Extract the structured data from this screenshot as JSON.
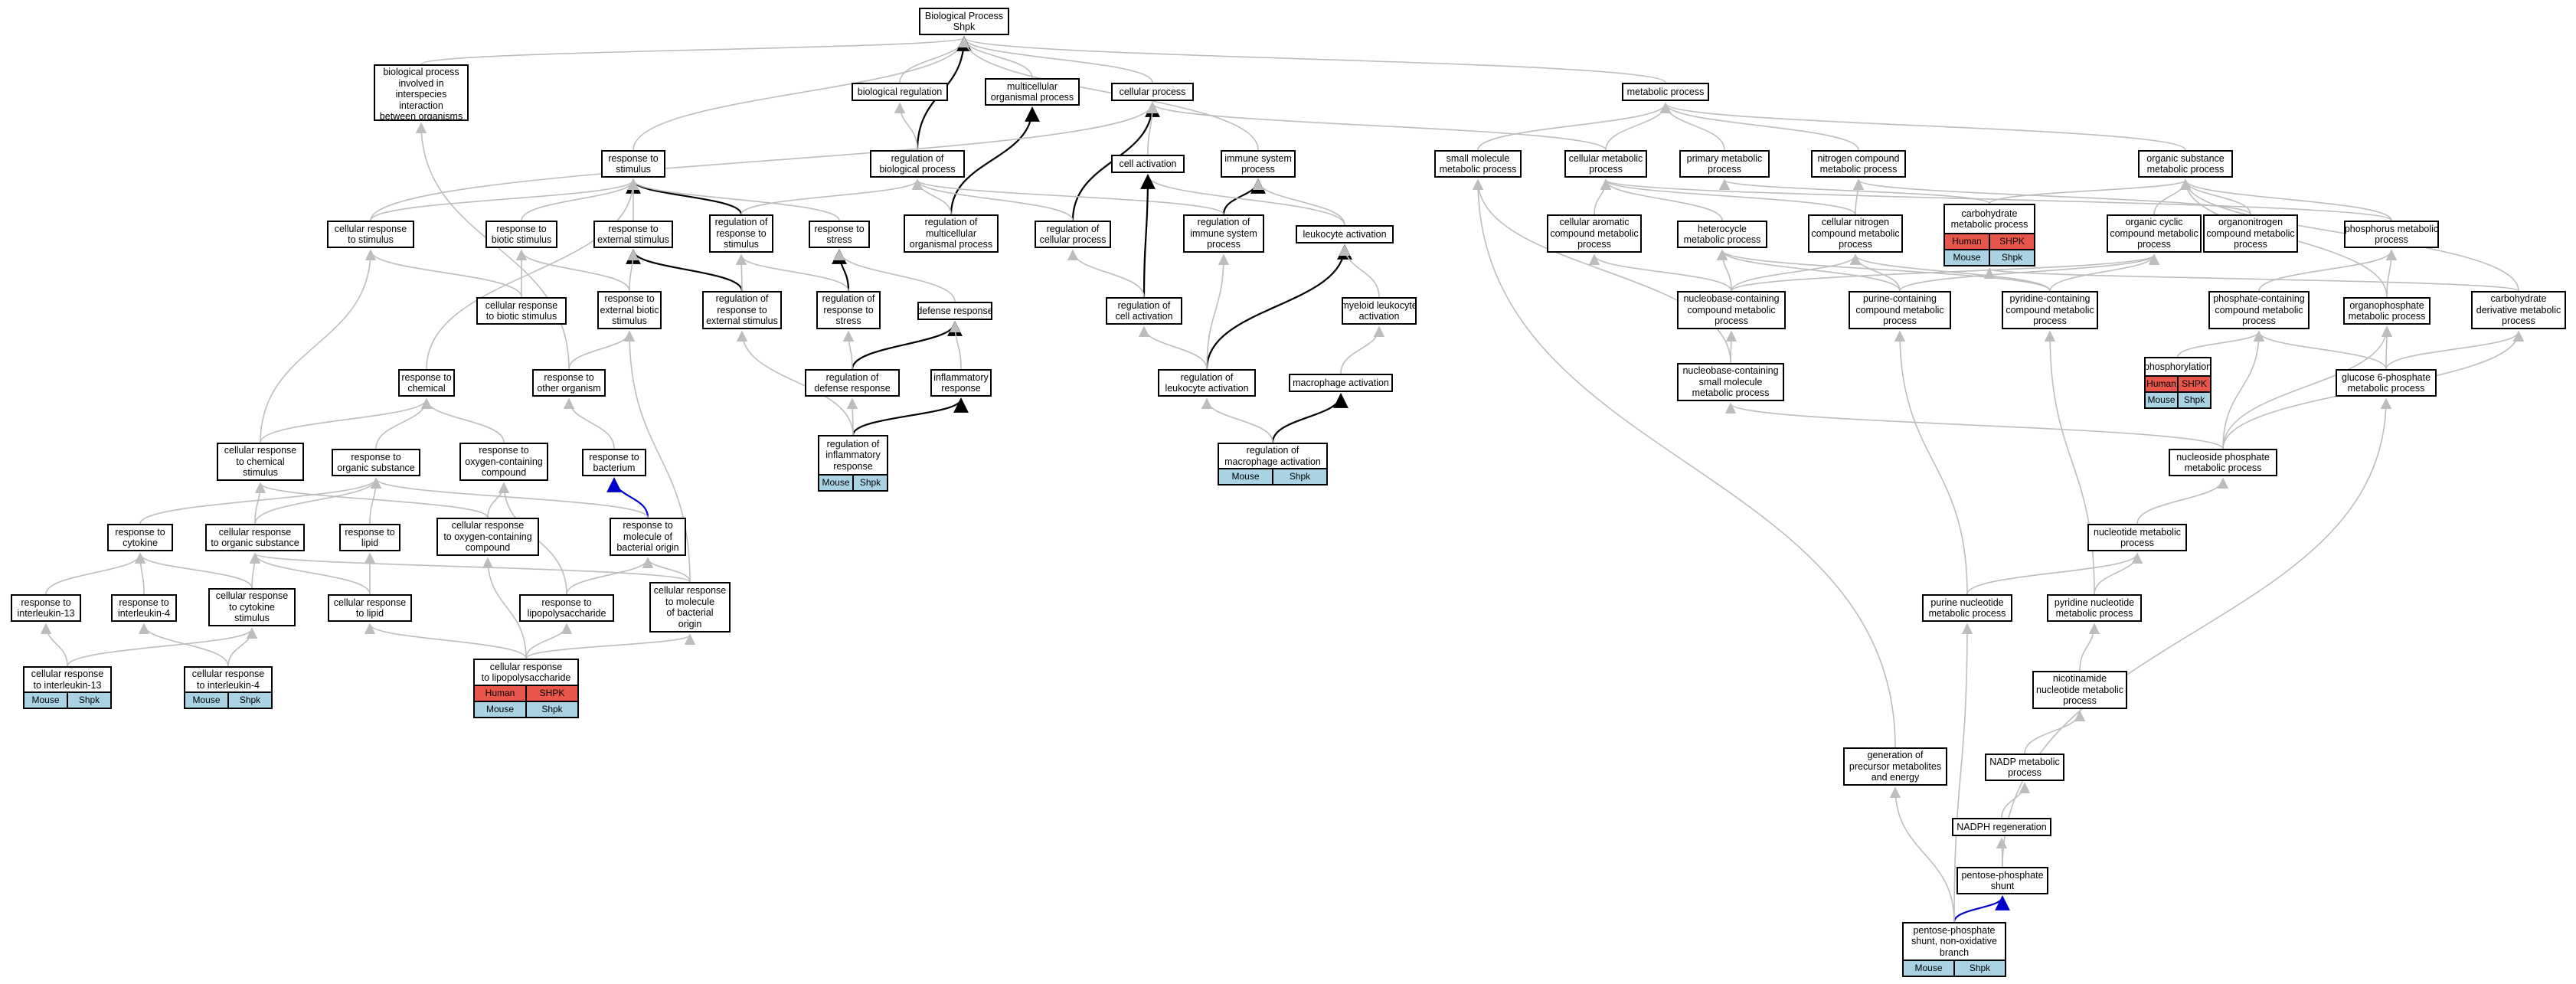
{
  "colors": {
    "edge": "#bdbdbd",
    "edge_black": "#000000",
    "edge_blue": "#0000cc",
    "human": "#e8554b",
    "mouse": "#a9d3e3"
  },
  "nodes": [
    {
      "id": "bp",
      "label": "Biological Process\nShpk"
    },
    {
      "id": "bpi",
      "label": "biological process\ninvolved in\ninterspecies\ninteraction\nbetween organisms"
    },
    {
      "id": "breg",
      "label": "biological regulation"
    },
    {
      "id": "mop",
      "label": "multicellular\norganismal process"
    },
    {
      "id": "cp",
      "label": "cellular process"
    },
    {
      "id": "mp",
      "label": "metabolic process"
    },
    {
      "id": "rts",
      "label": "response to\nstimulus"
    },
    {
      "id": "rbp",
      "label": "regulation of\nbiological process"
    },
    {
      "id": "ca",
      "label": "cell activation"
    },
    {
      "id": "isp",
      "label": "immune system\nprocess"
    },
    {
      "id": "smmp",
      "label": "small molecule\nmetabolic process"
    },
    {
      "id": "cmp",
      "label": "cellular metabolic\nprocess"
    },
    {
      "id": "pmp",
      "label": "primary metabolic\nprocess"
    },
    {
      "id": "ncmp",
      "label": "nitrogen compound\nmetabolic process"
    },
    {
      "id": "osmp",
      "label": "organic substance\nmetabolic process"
    },
    {
      "id": "crs",
      "label": "cellular response\nto stimulus"
    },
    {
      "id": "rbs",
      "label": "response to\nbiotic stimulus"
    },
    {
      "id": "res",
      "label": "response to\nexternal stimulus"
    },
    {
      "id": "rrs",
      "label": "regulation of\nresponse to\nstimulus"
    },
    {
      "id": "rst",
      "label": "response to\nstress"
    },
    {
      "id": "rmop",
      "label": "regulation of\nmulticellular\norganismal process"
    },
    {
      "id": "rcp",
      "label": "regulation of\ncellular process"
    },
    {
      "id": "risp",
      "label": "regulation of\nimmune system\nprocess"
    },
    {
      "id": "la",
      "label": "leukocyte activation"
    },
    {
      "id": "cacmp",
      "label": "cellular aromatic\ncompound metabolic\nprocess"
    },
    {
      "id": "hmp",
      "label": "heterocycle\nmetabolic process"
    },
    {
      "id": "cncmp",
      "label": "cellular nitrogen\ncompound metabolic\nprocess"
    },
    {
      "id": "carb",
      "label": "carbohydrate\nmetabolic process",
      "human": [
        "Human",
        "SHPK"
      ],
      "mouse": [
        "Mouse",
        "Shpk"
      ]
    },
    {
      "id": "occmp",
      "label": "organic cyclic\ncompound metabolic\nprocess"
    },
    {
      "id": "onmp",
      "label": "organonitrogen\ncompound metabolic\nprocess"
    },
    {
      "id": "phmp",
      "label": "phosphorus metabolic\nprocess"
    },
    {
      "id": "crbs",
      "label": "cellular response\nto biotic stimulus"
    },
    {
      "id": "rebs",
      "label": "response to\nexternal biotic\nstimulus"
    },
    {
      "id": "rres",
      "label": "regulation of\nresponse to\nexternal stimulus"
    },
    {
      "id": "rrst",
      "label": "regulation of\nresponse to\nstress"
    },
    {
      "id": "dr",
      "label": "defense response"
    },
    {
      "id": "rca",
      "label": "regulation of\ncell activation"
    },
    {
      "id": "mla",
      "label": "myeloid leukocyte\nactivation"
    },
    {
      "id": "nbcc",
      "label": "nucleobase-containing\ncompound metabolic\nprocess"
    },
    {
      "id": "pcc",
      "label": "purine-containing\ncompound metabolic\nprocess"
    },
    {
      "id": "pycc",
      "label": "pyridine-containing\ncompound metabolic\nprocess"
    },
    {
      "id": "phcc",
      "label": "phosphate-containing\ncompound metabolic\nprocess"
    },
    {
      "id": "opmp",
      "label": "organophosphate\nmetabolic process"
    },
    {
      "id": "cdmp",
      "label": "carbohydrate\nderivative metabolic\nprocess"
    },
    {
      "id": "rtc",
      "label": "response to\nchemical"
    },
    {
      "id": "rtoo",
      "label": "response to\nother organism"
    },
    {
      "id": "rdr",
      "label": "regulation of\ndefense response"
    },
    {
      "id": "ir",
      "label": "inflammatory\nresponse"
    },
    {
      "id": "rla",
      "label": "regulation of\nleukocyte activation"
    },
    {
      "id": "mac",
      "label": "macrophage activation"
    },
    {
      "id": "nbsm",
      "label": "nucleobase-containing\nsmall molecule\nmetabolic process"
    },
    {
      "id": "phos",
      "label": "phosphorylation",
      "human": [
        "Human",
        "SHPK"
      ],
      "mouse": [
        "Mouse",
        "Shpk"
      ]
    },
    {
      "id": "g6p",
      "label": "glucose 6-phosphate\nmetabolic process"
    },
    {
      "id": "crcs",
      "label": "cellular response\nto chemical\nstimulus"
    },
    {
      "id": "ros",
      "label": "response to\norganic substance"
    },
    {
      "id": "roc",
      "label": "response to\noxygen-containing\ncompound"
    },
    {
      "id": "rtb",
      "label": "response to\nbacterium"
    },
    {
      "id": "rir",
      "label": "regulation of\ninflammatory\nresponse",
      "mouse": [
        "Mouse",
        "Shpk"
      ]
    },
    {
      "id": "rma",
      "label": "regulation of\nmacrophage activation",
      "mouse": [
        "Mouse",
        "Shpk"
      ]
    },
    {
      "id": "nsmp",
      "label": "nucleoside phosphate\nmetabolic process"
    },
    {
      "id": "rcy",
      "label": "response to\ncytokine"
    },
    {
      "id": "cros",
      "label": "cellular response\nto organic substance"
    },
    {
      "id": "rtl",
      "label": "response to\nlipid"
    },
    {
      "id": "croc",
      "label": "cellular response\nto oxygen-containing\ncompound"
    },
    {
      "id": "rmbo",
      "label": "response to\nmolecule of\nbacterial origin"
    },
    {
      "id": "nmp",
      "label": "nucleotide metabolic\nprocess"
    },
    {
      "id": "ri13",
      "label": "response to\ninterleukin-13"
    },
    {
      "id": "ri4",
      "label": "response to\ninterleukin-4"
    },
    {
      "id": "crcy",
      "label": "cellular response\nto cytokine\nstimulus"
    },
    {
      "id": "crl",
      "label": "cellular response\nto lipid"
    },
    {
      "id": "rlps",
      "label": "response to\nlipopolysaccharide"
    },
    {
      "id": "crmbo",
      "label": "cellular response\nto molecule\nof bacterial\norigin"
    },
    {
      "id": "pnmp",
      "label": "purine nucleotide\nmetabolic process"
    },
    {
      "id": "pynmp",
      "label": "pyridine nucleotide\nmetabolic process"
    },
    {
      "id": "cri13",
      "label": "cellular response\nto interleukin-13",
      "mouse": [
        "Mouse",
        "Shpk"
      ]
    },
    {
      "id": "cri4",
      "label": "cellular response\nto interleukin-4",
      "mouse": [
        "Mouse",
        "Shpk"
      ]
    },
    {
      "id": "crlps",
      "label": "cellular response\nto lipopolysaccharide",
      "human": [
        "Human",
        "SHPK"
      ],
      "mouse": [
        "Mouse",
        "Shpk"
      ]
    },
    {
      "id": "nnmp",
      "label": "nicotinamide\nnucleotide metabolic\nprocess"
    },
    {
      "id": "gpme",
      "label": "generation of\nprecursor metabolites\nand energy"
    },
    {
      "id": "nadp",
      "label": "NADP metabolic\nprocess"
    },
    {
      "id": "nadph",
      "label": "NADPH regeneration"
    },
    {
      "id": "pps",
      "label": "pentose-phosphate\nshunt"
    },
    {
      "id": "ppsn",
      "label": "pentose-phosphate\nshunt, non-oxidative\nbranch",
      "mouse": [
        "Mouse",
        "Shpk"
      ]
    }
  ],
  "edges": [
    {
      "from": "bpi",
      "to": "bp"
    },
    {
      "from": "breg",
      "to": "bp"
    },
    {
      "from": "mop",
      "to": "bp"
    },
    {
      "from": "cp",
      "to": "bp"
    },
    {
      "from": "mp",
      "to": "bp"
    },
    {
      "from": "rts",
      "to": "bp"
    },
    {
      "from": "rbp",
      "to": "bp",
      "style": "black"
    },
    {
      "from": "isp",
      "to": "bp"
    },
    {
      "from": "rbp",
      "to": "breg"
    },
    {
      "from": "rmop",
      "to": "mop",
      "style": "black"
    },
    {
      "from": "rmop",
      "to": "rbp"
    },
    {
      "from": "rcp",
      "to": "cp",
      "style": "black"
    },
    {
      "from": "rcp",
      "to": "rbp"
    },
    {
      "from": "ca",
      "to": "cp"
    },
    {
      "from": "rrs",
      "to": "rts",
      "style": "black"
    },
    {
      "from": "rrs",
      "to": "rbp"
    },
    {
      "from": "crs",
      "to": "rts"
    },
    {
      "from": "crs",
      "to": "cp"
    },
    {
      "from": "rbs",
      "to": "rts"
    },
    {
      "from": "res",
      "to": "rts"
    },
    {
      "from": "rst",
      "to": "rts"
    },
    {
      "from": "rtc",
      "to": "rts"
    },
    {
      "from": "risp",
      "to": "isp",
      "style": "black"
    },
    {
      "from": "risp",
      "to": "rbp"
    },
    {
      "from": "la",
      "to": "ca"
    },
    {
      "from": "la",
      "to": "isp"
    },
    {
      "from": "rca",
      "to": "ca",
      "style": "black"
    },
    {
      "from": "rca",
      "to": "rcp"
    },
    {
      "from": "rres",
      "to": "res",
      "style": "black"
    },
    {
      "from": "rres",
      "to": "rrs"
    },
    {
      "from": "rrst",
      "to": "rst",
      "style": "black"
    },
    {
      "from": "rrst",
      "to": "rrs"
    },
    {
      "from": "crbs",
      "to": "rbs"
    },
    {
      "from": "crbs",
      "to": "crs"
    },
    {
      "from": "rebs",
      "to": "rbs"
    },
    {
      "from": "rebs",
      "to": "res"
    },
    {
      "from": "dr",
      "to": "rst"
    },
    {
      "from": "rdr",
      "to": "dr",
      "style": "black"
    },
    {
      "from": "rdr",
      "to": "rrst"
    },
    {
      "from": "ir",
      "to": "dr"
    },
    {
      "from": "rir",
      "to": "ir",
      "style": "black"
    },
    {
      "from": "rir",
      "to": "rdr"
    },
    {
      "from": "rir",
      "to": "rres"
    },
    {
      "from": "rla",
      "to": "la",
      "style": "black"
    },
    {
      "from": "rla",
      "to": "rca"
    },
    {
      "from": "rla",
      "to": "risp"
    },
    {
      "from": "mla",
      "to": "la"
    },
    {
      "from": "mac",
      "to": "mla"
    },
    {
      "from": "rma",
      "to": "mac",
      "style": "black"
    },
    {
      "from": "rma",
      "to": "rla"
    },
    {
      "from": "rtoo",
      "to": "rebs"
    },
    {
      "from": "rtoo",
      "to": "bpi"
    },
    {
      "from": "rtb",
      "to": "rtoo"
    },
    {
      "from": "crcs",
      "to": "rtc"
    },
    {
      "from": "crcs",
      "to": "crs"
    },
    {
      "from": "ros",
      "to": "rtc"
    },
    {
      "from": "roc",
      "to": "rtc"
    },
    {
      "from": "rcy",
      "to": "ros"
    },
    {
      "from": "cros",
      "to": "ros"
    },
    {
      "from": "cros",
      "to": "crcs"
    },
    {
      "from": "rtl",
      "to": "ros"
    },
    {
      "from": "croc",
      "to": "roc"
    },
    {
      "from": "croc",
      "to": "crcs"
    },
    {
      "from": "rmbo",
      "to": "rtb",
      "style": "blue"
    },
    {
      "from": "rmbo",
      "to": "ros"
    },
    {
      "from": "ri13",
      "to": "rcy"
    },
    {
      "from": "ri4",
      "to": "rcy"
    },
    {
      "from": "crcy",
      "to": "rcy"
    },
    {
      "from": "crcy",
      "to": "cros"
    },
    {
      "from": "crl",
      "to": "rtl"
    },
    {
      "from": "crl",
      "to": "cros"
    },
    {
      "from": "rlps",
      "to": "rmbo"
    },
    {
      "from": "rlps",
      "to": "roc"
    },
    {
      "from": "crmbo",
      "to": "rmbo"
    },
    {
      "from": "crmbo",
      "to": "cros"
    },
    {
      "from": "crmbo",
      "to": "rebs"
    },
    {
      "from": "cri13",
      "to": "ri13"
    },
    {
      "from": "cri13",
      "to": "crcy"
    },
    {
      "from": "cri4",
      "to": "ri4"
    },
    {
      "from": "cri4",
      "to": "crcy"
    },
    {
      "from": "crlps",
      "to": "rlps"
    },
    {
      "from": "crlps",
      "to": "crl"
    },
    {
      "from": "crlps",
      "to": "croc"
    },
    {
      "from": "crlps",
      "to": "crmbo"
    },
    {
      "from": "smmp",
      "to": "mp"
    },
    {
      "from": "cmp",
      "to": "mp"
    },
    {
      "from": "cmp",
      "to": "cp"
    },
    {
      "from": "pmp",
      "to": "mp"
    },
    {
      "from": "ncmp",
      "to": "mp"
    },
    {
      "from": "osmp",
      "to": "mp"
    },
    {
      "from": "cacmp",
      "to": "cmp"
    },
    {
      "from": "hmp",
      "to": "cmp"
    },
    {
      "from": "cncmp",
      "to": "cmp"
    },
    {
      "from": "cncmp",
      "to": "ncmp"
    },
    {
      "from": "carb",
      "to": "pmp"
    },
    {
      "from": "carb",
      "to": "osmp"
    },
    {
      "from": "occmp",
      "to": "osmp"
    },
    {
      "from": "onmp",
      "to": "osmp"
    },
    {
      "from": "onmp",
      "to": "ncmp"
    },
    {
      "from": "phmp",
      "to": "osmp"
    },
    {
      "from": "phmp",
      "to": "cmp"
    },
    {
      "from": "nbcc",
      "to": "cacmp"
    },
    {
      "from": "nbcc",
      "to": "hmp"
    },
    {
      "from": "nbcc",
      "to": "cncmp"
    },
    {
      "from": "nbcc",
      "to": "occmp"
    },
    {
      "from": "pcc",
      "to": "hmp"
    },
    {
      "from": "pcc",
      "to": "cncmp"
    },
    {
      "from": "pcc",
      "to": "occmp"
    },
    {
      "from": "pycc",
      "to": "hmp"
    },
    {
      "from": "pycc",
      "to": "cncmp"
    },
    {
      "from": "pycc",
      "to": "occmp"
    },
    {
      "from": "phcc",
      "to": "phmp"
    },
    {
      "from": "opmp",
      "to": "phmp"
    },
    {
      "from": "opmp",
      "to": "osmp"
    },
    {
      "from": "cdmp",
      "to": "osmp"
    },
    {
      "from": "cdmp",
      "to": "carb"
    },
    {
      "from": "nbsm",
      "to": "nbcc"
    },
    {
      "from": "nbsm",
      "to": "smmp"
    },
    {
      "from": "phos",
      "to": "phcc"
    },
    {
      "from": "g6p",
      "to": "phcc"
    },
    {
      "from": "g6p",
      "to": "opmp"
    },
    {
      "from": "g6p",
      "to": "cdmp"
    },
    {
      "from": "nsmp",
      "to": "nbsm"
    },
    {
      "from": "nsmp",
      "to": "phcc"
    },
    {
      "from": "nsmp",
      "to": "opmp"
    },
    {
      "from": "nsmp",
      "to": "cdmp"
    },
    {
      "from": "nmp",
      "to": "nsmp"
    },
    {
      "from": "pnmp",
      "to": "nmp"
    },
    {
      "from": "pnmp",
      "to": "pcc"
    },
    {
      "from": "pynmp",
      "to": "nmp"
    },
    {
      "from": "pynmp",
      "to": "pycc"
    },
    {
      "from": "nnmp",
      "to": "pynmp"
    },
    {
      "from": "nadp",
      "to": "nnmp"
    },
    {
      "from": "gpme",
      "to": "smmp"
    },
    {
      "from": "nadph",
      "to": "nadp"
    },
    {
      "from": "pps",
      "to": "g6p"
    },
    {
      "from": "pps",
      "to": "nadph"
    },
    {
      "from": "ppsn",
      "to": "pps",
      "style": "blue"
    },
    {
      "from": "ppsn",
      "to": "gpme"
    },
    {
      "from": "ppsn",
      "to": "pnmp"
    }
  ]
}
